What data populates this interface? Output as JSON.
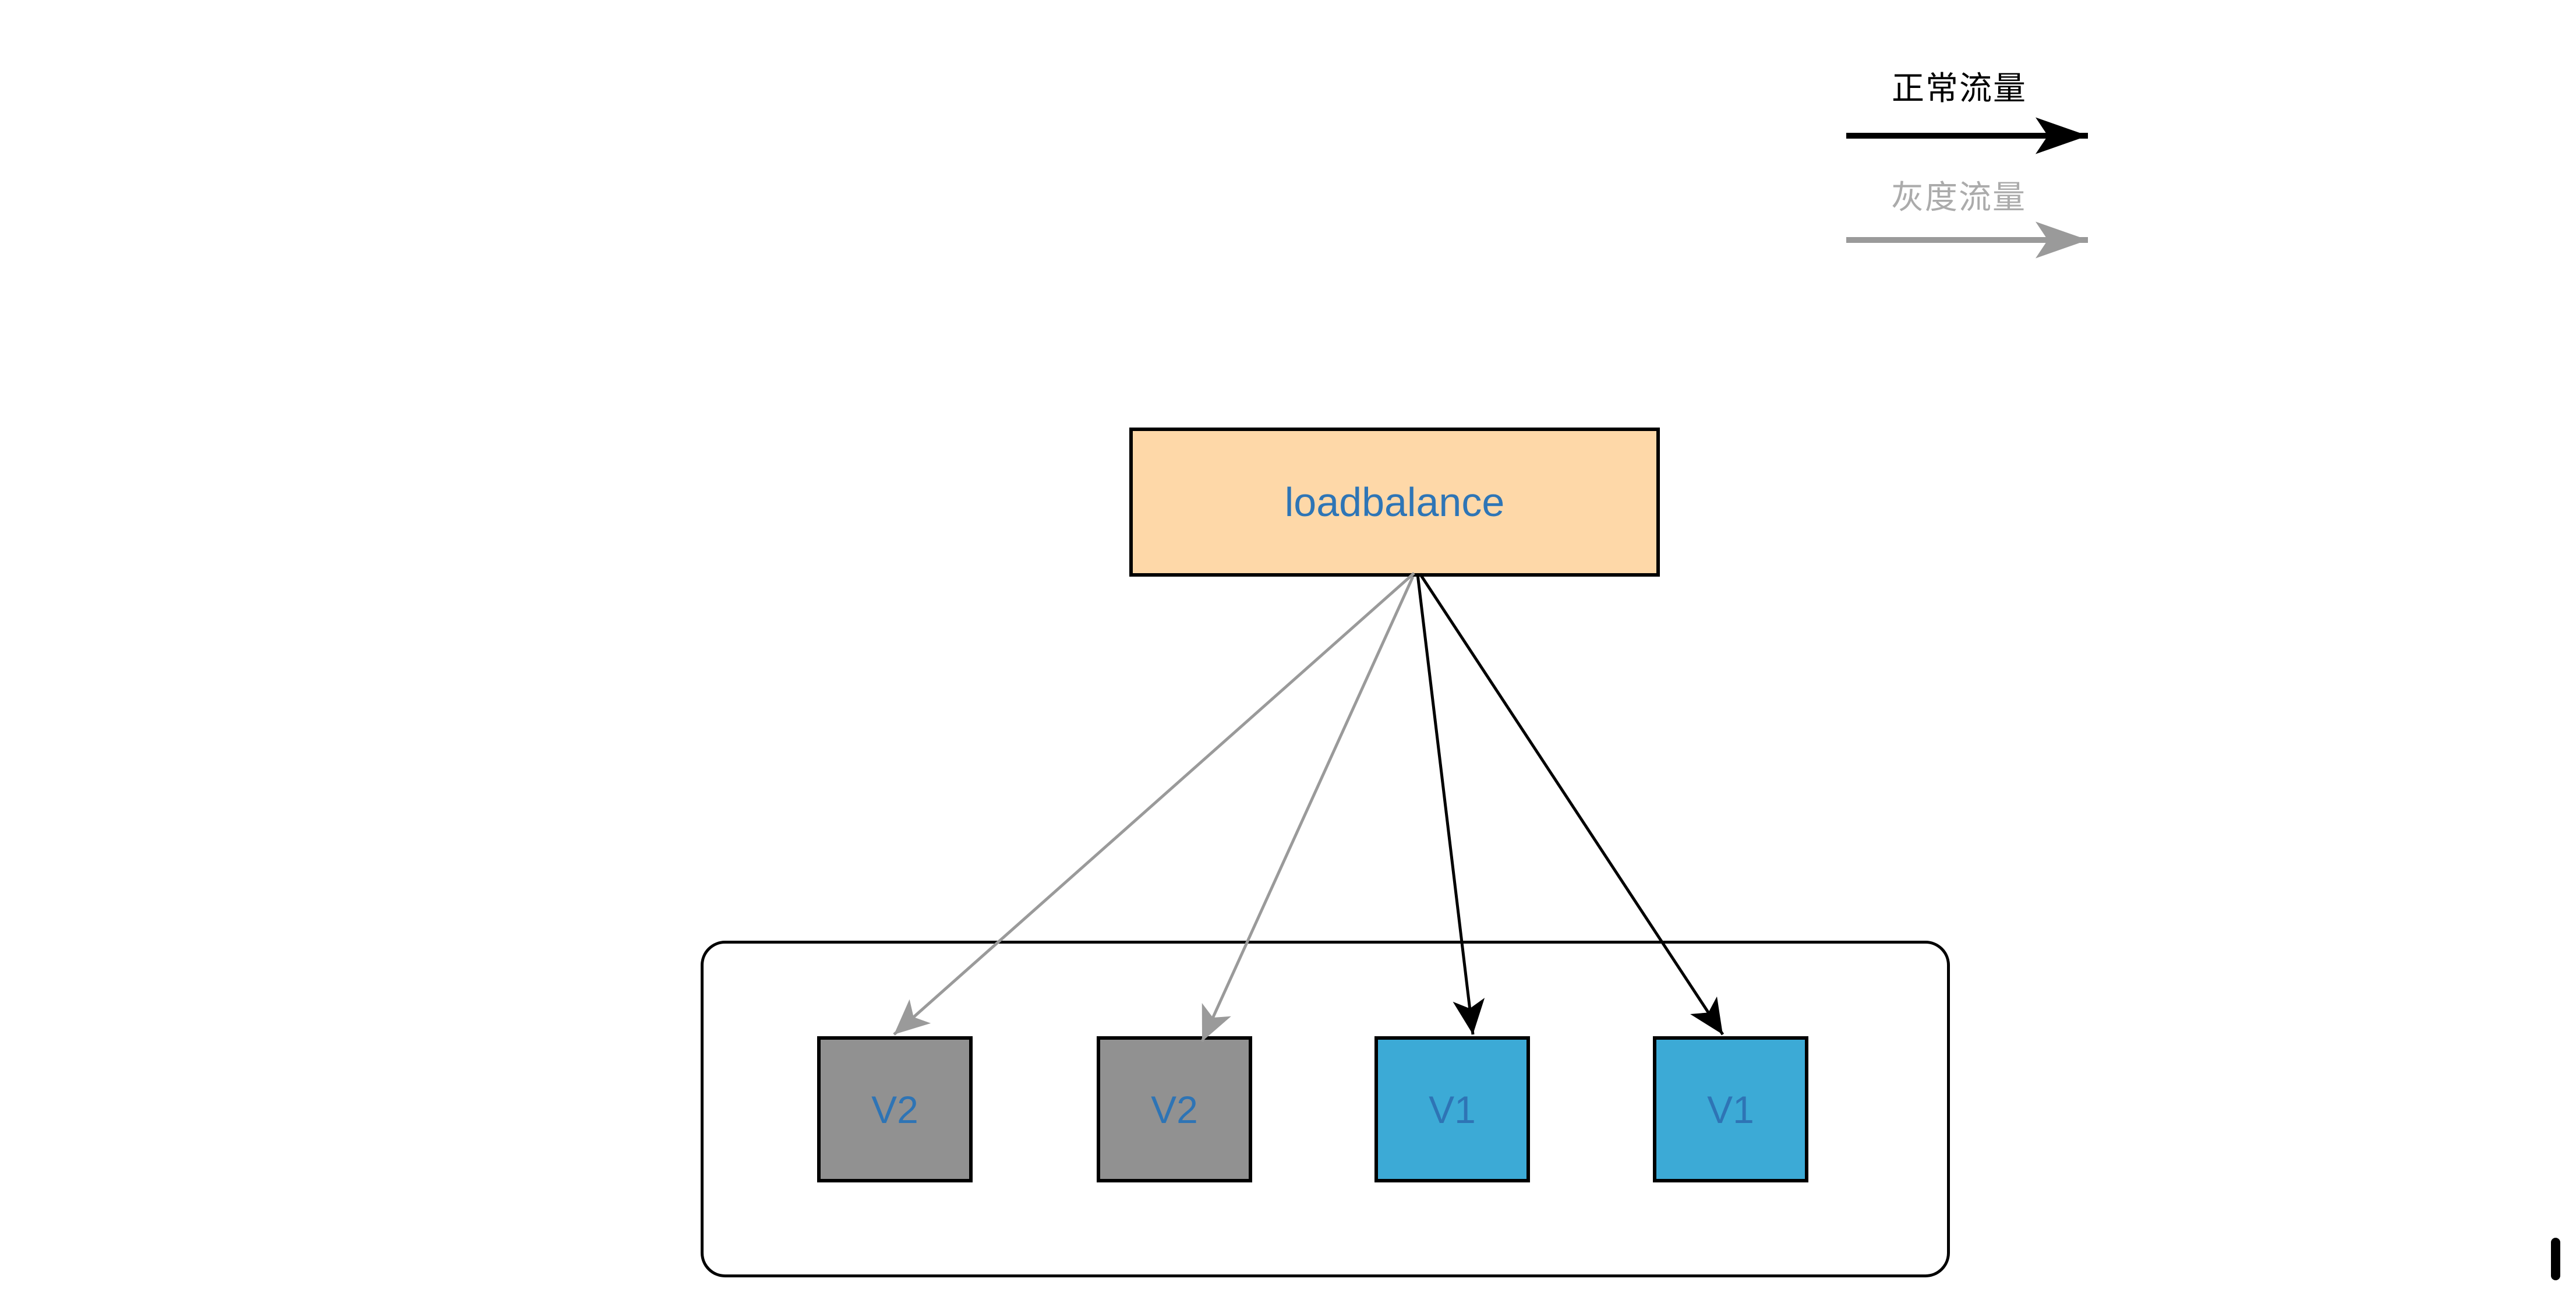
{
  "legend": {
    "items": [
      {
        "label": "正常流量",
        "arrow_color": "#000000",
        "text_color": "#000000"
      },
      {
        "label": "灰度流量",
        "arrow_color": "#9a9a9a",
        "text_color": "#ababab"
      }
    ]
  },
  "loadbalancer": {
    "label": "loadbalance",
    "fill": "#fed8a8",
    "border_color": "#000000",
    "text_color": "#2e75b6"
  },
  "cluster": {
    "border_color": "#000000",
    "nodes": [
      {
        "label": "V2",
        "fill": "#919191",
        "incoming_traffic": "gray"
      },
      {
        "label": "V2",
        "fill": "#919191",
        "incoming_traffic": "gray"
      },
      {
        "label": "V1",
        "fill": "#3caad6",
        "incoming_traffic": "normal"
      },
      {
        "label": "V1",
        "fill": "#3caad6",
        "incoming_traffic": "normal"
      }
    ]
  }
}
